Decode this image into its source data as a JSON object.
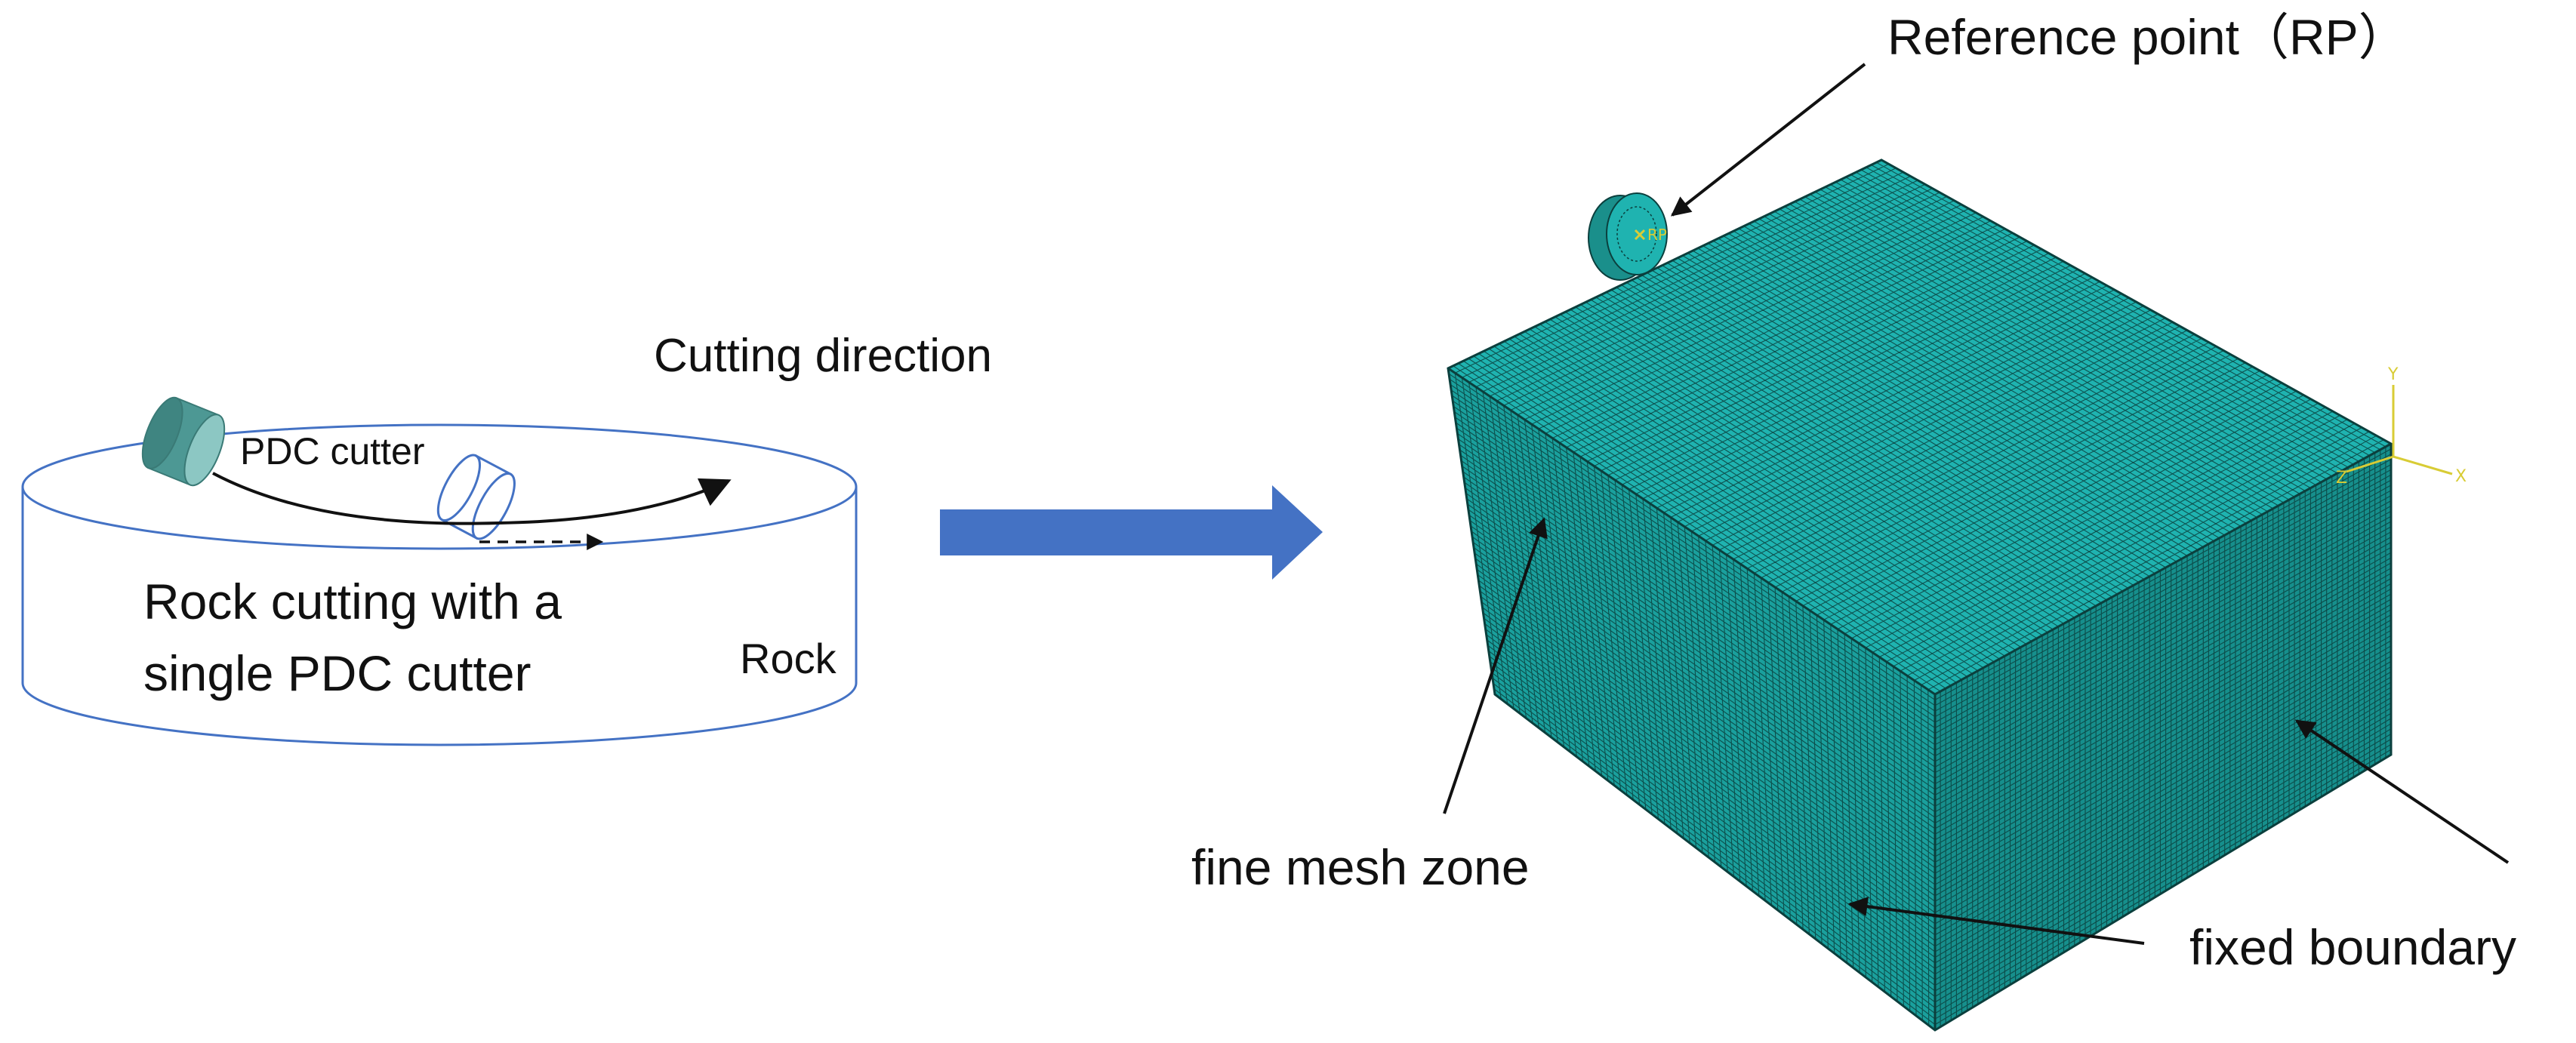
{
  "colors": {
    "mesh_top": "#1fb3b0",
    "mesh_front": "#1aa09d",
    "mesh_side": "#168f8c",
    "mesh_line": "#0b3f3d",
    "cutter": "#4d9894",
    "rock_outline": "#4472c4",
    "process_arrow": "#4472c4",
    "triad": "#d8cc35"
  },
  "left_panel": {
    "cutting_direction": "Cutting direction",
    "pdc_cutter": "PDC cutter",
    "caption_line1": "Rock cutting with a",
    "caption_line2": "single PDC cutter",
    "rock": "Rock"
  },
  "right_panel": {
    "reference_point": "Reference point（RP）",
    "rp_marker": "RP",
    "fine_mesh_zone": "fine mesh zone",
    "fixed_boundary": "fixed boundary",
    "triad": {
      "y": "Y",
      "x": "X",
      "z": "Z"
    }
  }
}
